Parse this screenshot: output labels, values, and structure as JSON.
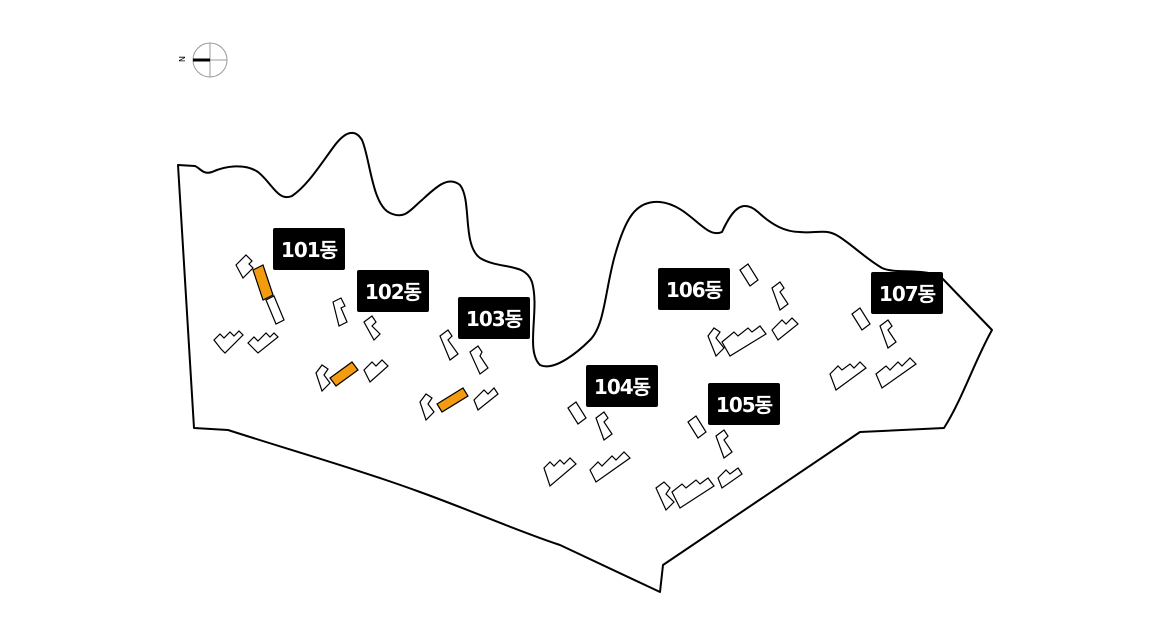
{
  "compass": {
    "letter": "N"
  },
  "buildings": [
    {
      "id": "101",
      "label": "101동"
    },
    {
      "id": "102",
      "label": "102동"
    },
    {
      "id": "103",
      "label": "103동"
    },
    {
      "id": "104",
      "label": "104동"
    },
    {
      "id": "105",
      "label": "105동"
    },
    {
      "id": "106",
      "label": "106동"
    },
    {
      "id": "107",
      "label": "107동"
    }
  ],
  "colors": {
    "highlight": "#f39c12",
    "label_bg": "#000000",
    "label_text": "#ffffff",
    "outline": "#000000"
  }
}
